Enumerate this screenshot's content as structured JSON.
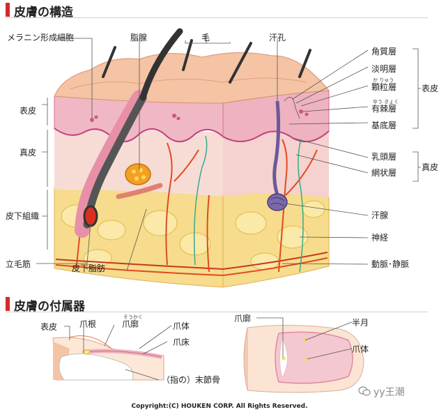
{
  "section1": {
    "title": "皮膚の構造"
  },
  "section2": {
    "title": "皮膚の付属器"
  },
  "top_labels": {
    "melanin": "メラニン形成細胞",
    "sebaceous": "脂腺",
    "hair": "毛",
    "pore": "汗孔"
  },
  "left_labels": {
    "epidermis": "表皮",
    "dermis": "真皮",
    "subcutis": "皮下組織",
    "arrector": "立毛筋",
    "subfat": "皮下脂肪"
  },
  "right_labels": {
    "corneum": "角質層",
    "lucidum": "淡明層",
    "granulosum": "顆粒層",
    "granulosum_ruby": "か りゅう",
    "spinosum": "有棘層",
    "spinosum_ruby": "ゆう きょく",
    "basale": "基底層",
    "papillary": "乳頭層",
    "reticular": "網状層",
    "sweat_gland": "汗腺",
    "nerve": "神経",
    "vessels": "動脈･静脈",
    "group_epidermis": "表皮",
    "group_dermis": "真皮"
  },
  "appendage_labels": {
    "epidermis": "表皮",
    "nail_root": "爪根",
    "nail_wall": "爪廓",
    "nail_wall_ruby": "そうかく",
    "nail_plate": "爪体",
    "nail_bed": "爪床",
    "phalanx": "（指の）末節骨",
    "nail_wall2": "爪廓",
    "lunula": "半月",
    "nail_plate2": "爪体"
  },
  "copyright": "Copyright:(C) HOUKEN CORP. All Rights Reserved.",
  "watermark": "yy王潮",
  "colors": {
    "accent_red": "#d32b2b",
    "skin_surface": "#f4c4a4",
    "epidermis_pink": "#f0b8c4",
    "dermis": "#f7dcd6",
    "fat": "#f6dc8c",
    "vessel": "#e04a20",
    "nerve": "#3aa88a",
    "hair": "#333333",
    "sweat_gland": "#6a5a9a"
  }
}
